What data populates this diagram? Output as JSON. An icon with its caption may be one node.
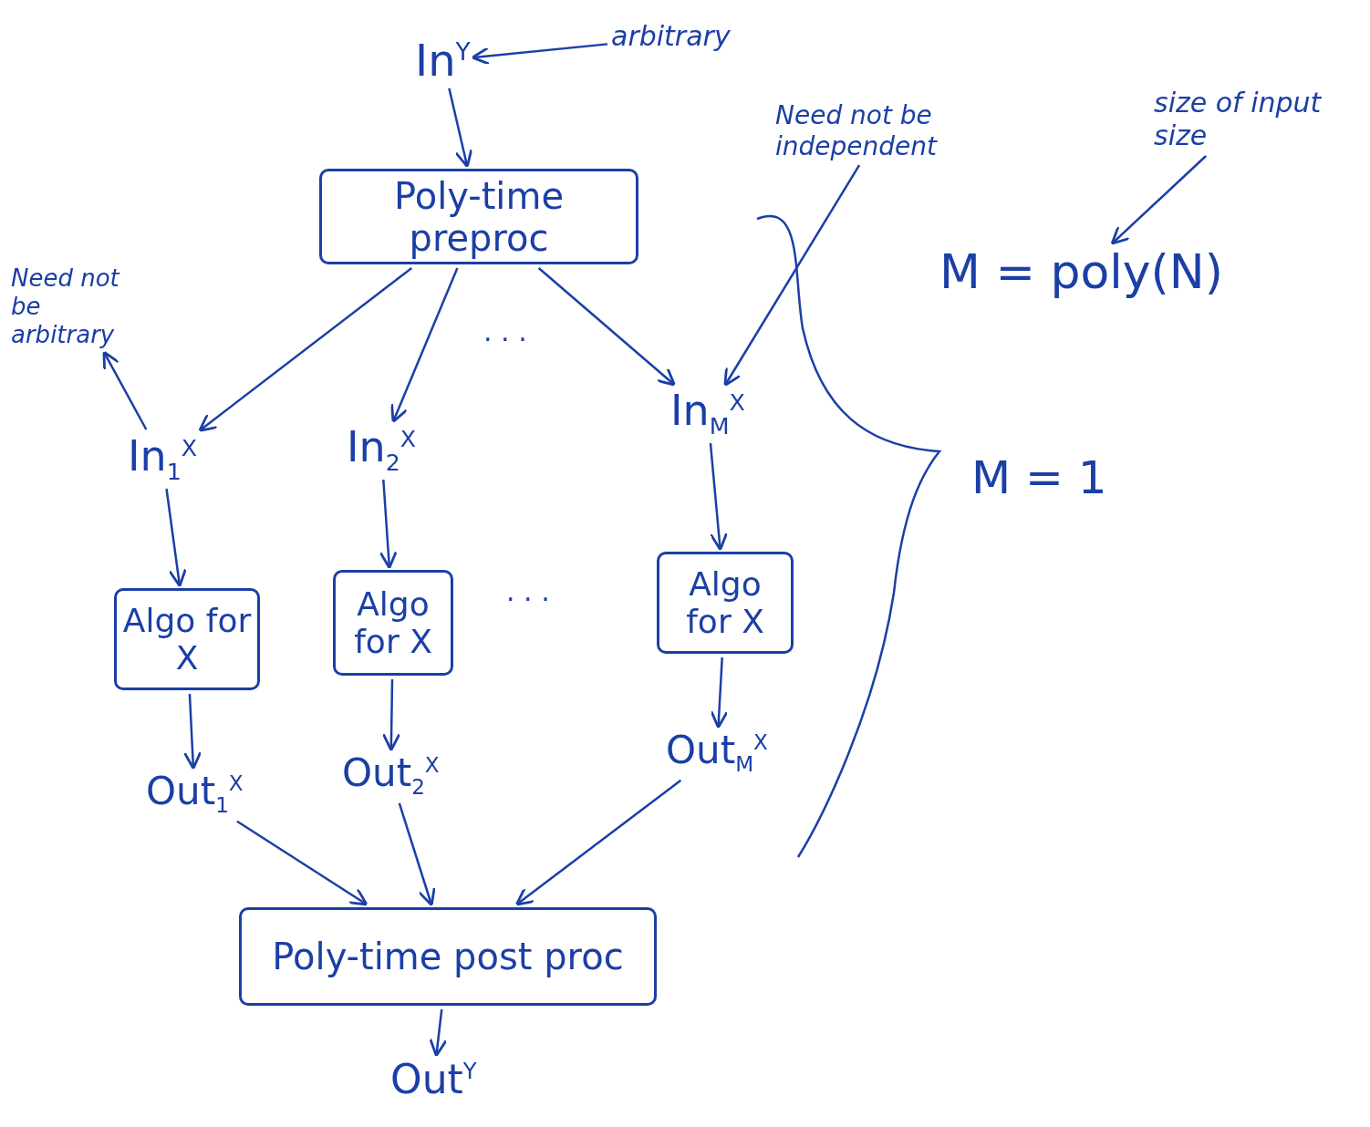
{
  "diagram": {
    "nodes": [
      {
        "text": [
          "In$^{Y}$"
        ]
      },
      {
        "text": [
          "Poly-time preproc"
        ]
      },
      {
        "text": [
          "In$_{1}$$^{X}$"
        ]
      },
      {
        "text": [
          "In$_{2}$$^{X}$"
        ]
      },
      {
        "text": [
          "In$_{M}$$^{X}$"
        ]
      },
      {
        "text": [
          "Algo for X"
        ]
      },
      {
        "text": [
          "Algo for X"
        ]
      },
      {
        "text": [
          "Algo for X"
        ]
      },
      {
        "text": [
          "Out$_{1}$$^{X}$"
        ]
      },
      {
        "text": [
          "Out$_{2}$$^{X}$"
        ]
      },
      {
        "text": [
          "Out$_{M}$$^{X}$"
        ]
      },
      {
        "text": [
          "Poly-time post proc"
        ]
      },
      {
        "text": [
          "Out$^{Y}$"
        ]
      },
      {
        "text": [
          "arbitrary"
        ]
      },
      {
        "text": [
          "Need not be arbitrary"
        ]
      },
      {
        "text": [
          "Need not be independent"
        ]
      },
      {
        "text": [
          "size of input size"
        ]
      },
      {
        "text": [
          "M = poly(N)"
        ]
      }
    ],
    "edges": [
      {
        "from": 0,
        "to": 1,
        "arrow": "to"
      },
      {
        "from": 1,
        "to": 2,
        "arrow": "to"
      },
      {
        "from": 1,
        "to": 3,
        "arrow": "to"
      },
      {
        "from": 1,
        "to": 4,
        "arrow": "to"
      },
      {
        "from": 2,
        "to": 5,
        "arrow": "to"
      },
      {
        "from": 3,
        "to": 6,
        "arrow": "to"
      },
      {
        "from": 4,
        "to": 7,
        "arrow": "to"
      },
      {
        "from": 5,
        "to": 8,
        "arrow": "to"
      },
      {
        "from": 6,
        "to": 9,
        "arrow": "to"
      },
      {
        "from": 7,
        "to": 10,
        "arrow": "to"
      },
      {
        "from": 8,
        "to": 11,
        "arrow": "to"
      },
      {
        "from": 9,
        "to": 11,
        "arrow": "to"
      },
      {
        "from": 10,
        "to": 11,
        "arrow": "to"
      },
      {
        "from": 11,
        "to": 12,
        "arrow": "to"
      },
      {
        "from": 13,
        "to": 0,
        "arrow": "to"
      },
      {
        "from": 2,
        "to": 14,
        "arrow": "to"
      },
      {
        "from": 15,
        "to": 4,
        "arrow": "to"
      },
      {
        "from": 16,
        "to": 17,
        "arrow": "to"
      }
    ],
    "labels": [
      "· · ·",
      "· · ·",
      "M = 1"
    ]
  }
}
